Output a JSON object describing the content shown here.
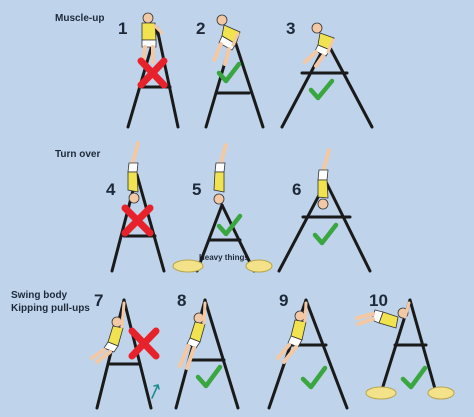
{
  "sections": [
    {
      "title": "Muscle-up"
    },
    {
      "title": "Turn over"
    },
    {
      "title_lines": [
        "Swing body",
        "Kipping pull-ups"
      ]
    }
  ],
  "steps": [
    {
      "number": "1",
      "status": "wrong"
    },
    {
      "number": "2",
      "status": "correct"
    },
    {
      "number": "3",
      "status": "correct"
    },
    {
      "number": "4",
      "status": "wrong"
    },
    {
      "number": "5",
      "status": "correct"
    },
    {
      "number": "6",
      "status": "correct"
    },
    {
      "number": "7",
      "status": "wrong"
    },
    {
      "number": "8",
      "status": "correct"
    },
    {
      "number": "9",
      "status": "correct"
    },
    {
      "number": "10",
      "status": "correct"
    }
  ],
  "annotation": "Heavy things",
  "colors": {
    "background": "#bfd3ea",
    "frame": "#1a1a1a",
    "wrong_mark": "#e8222a",
    "correct_mark": "#3aa63f",
    "weight": "#f3e28a",
    "shirt": "#f1e24f",
    "skin": "#f3c9a5",
    "shorts": "#ffffff"
  },
  "icons": {
    "wrong": "red-x-icon",
    "correct": "green-check-icon"
  }
}
